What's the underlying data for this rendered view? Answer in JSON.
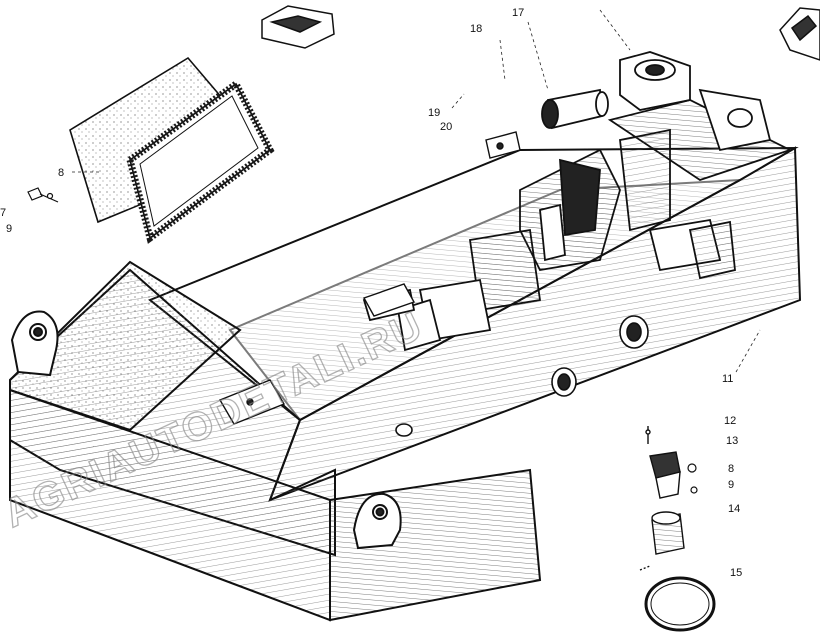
{
  "figure": {
    "callouts": [
      {
        "id": "c18",
        "text": "18"
      },
      {
        "id": "c17",
        "text": "17"
      },
      {
        "id": "c19",
        "text": "19"
      },
      {
        "id": "c20",
        "text": "20"
      },
      {
        "id": "c8a",
        "text": "8"
      },
      {
        "id": "c7",
        "text": "7"
      },
      {
        "id": "c9a",
        "text": "9"
      },
      {
        "id": "c11",
        "text": "11"
      },
      {
        "id": "c12",
        "text": "12"
      },
      {
        "id": "c13",
        "text": "13"
      },
      {
        "id": "c8b",
        "text": "8"
      },
      {
        "id": "c9b",
        "text": "9"
      },
      {
        "id": "c14",
        "text": "14"
      },
      {
        "id": "c15",
        "text": "15"
      }
    ],
    "watermark": "AGRIAUTODETALI.RU"
  }
}
